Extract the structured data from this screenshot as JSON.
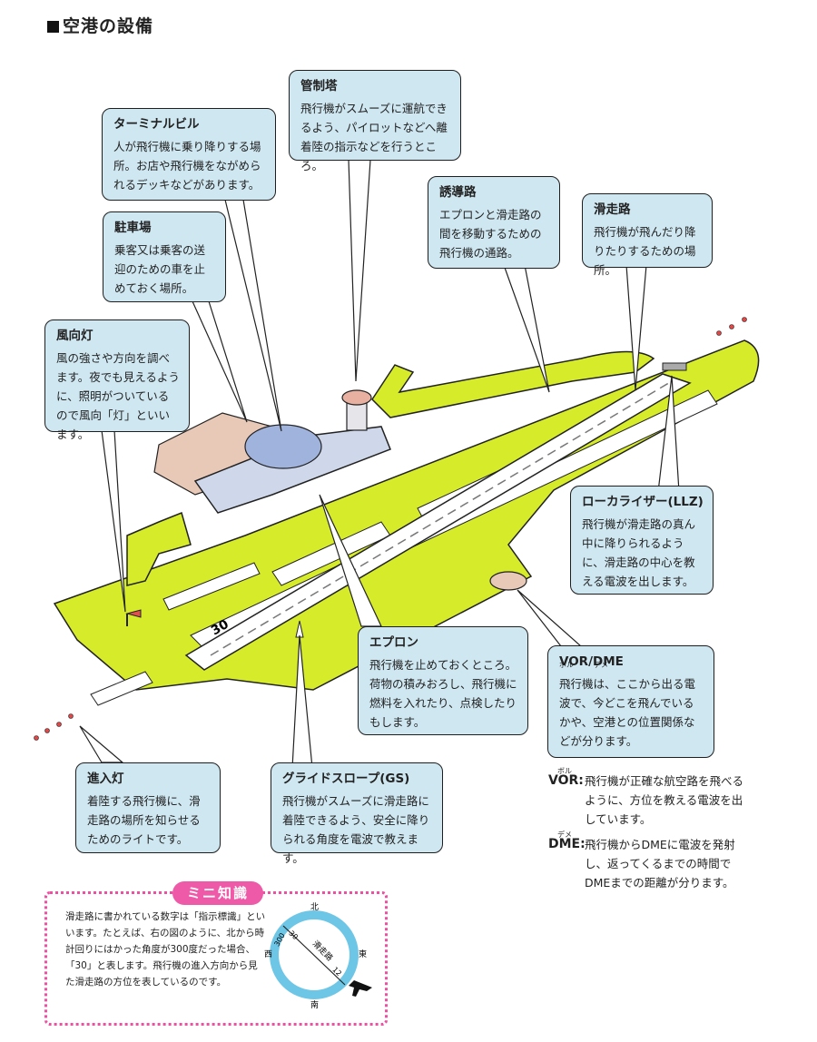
{
  "title": "空港の設備",
  "callouts": {
    "control_tower": {
      "title": "管制塔",
      "body": "飛行機がスムーズに運航できるよう、パイロットなどへ離着陸の指示などを行うところ。"
    },
    "terminal": {
      "title": "ターミナルビル",
      "body": "人が飛行機に乗り降りする場所。お店や飛行機をながめられるデッキなどがあります。"
    },
    "taxiway": {
      "title": "誘導路",
      "body": "エプロンと滑走路の間を移動するための飛行機の通路。"
    },
    "runway": {
      "title": "滑走路",
      "body": "飛行機が飛んだり降りたりするための場所。"
    },
    "parking": {
      "title": "駐車場",
      "body": "乗客又は乗客の送迎のための車を止めておく場所。"
    },
    "windsock": {
      "title": "風向灯",
      "body": "風の強さや方向を調べます。夜でも見えるように、照明がついているので風向「灯」といいます。"
    },
    "localizer": {
      "title": "ローカライザー(LLZ)",
      "body": "飛行機が滑走路の真ん中に降りられるように、滑走路の中心を教える電波を出します。"
    },
    "apron": {
      "title": "エプロン",
      "body": "飛行機を止めておくところ。荷物の積みおろし、飛行機に燃料を入れたり、点検したりもします。"
    },
    "vor_dme": {
      "title": "VOR/DME",
      "ruby_vor": "ボル",
      "ruby_dme": "デメ",
      "body": "飛行機は、ここから出る電波で、今どこを飛んでいるかや、空港との位置関係などが分ります。"
    },
    "approach_lights": {
      "title": "進入灯",
      "body": "着陸する飛行機に、滑走路の場所を知らせるためのライトです。"
    },
    "glide_slope": {
      "title": "グライドスロープ(GS)",
      "body": "飛行機がスムーズに滑走路に着陸できるよう、安全に降りられる角度を電波で教えます。"
    }
  },
  "notes": [
    {
      "term": "VOR:",
      "ruby": "ボル",
      "desc": "飛行機が正確な航空路を飛べるように、方位を教える電波を出しています。"
    },
    {
      "term": "DME:",
      "ruby": "デメ",
      "desc": "飛行機からDMEに電波を発射し、返ってくるまでの時間でDMEまでの距離が分ります。"
    }
  ],
  "runway_marking": "30",
  "mini": {
    "title": "ミニ知識",
    "body": "滑走路に書かれている数字は「指示標識」といいます。たとえば、右の図のように、北から時計回りにはかった角度が300度だった場合、「30」と表します。飛行機の進入方向から見た滑走路の方位を表しているのです。",
    "compass": {
      "north": "北",
      "south": "南",
      "east": "東",
      "west": "西",
      "runway_label": "滑走路",
      "num1": "30",
      "num2": "300",
      "num3": "12"
    }
  },
  "colors": {
    "grass": "#d6ec2a",
    "callout": "#cfe7f1",
    "mini_border": "#ee4fa0",
    "compass_ring": "#6ec6e6"
  }
}
